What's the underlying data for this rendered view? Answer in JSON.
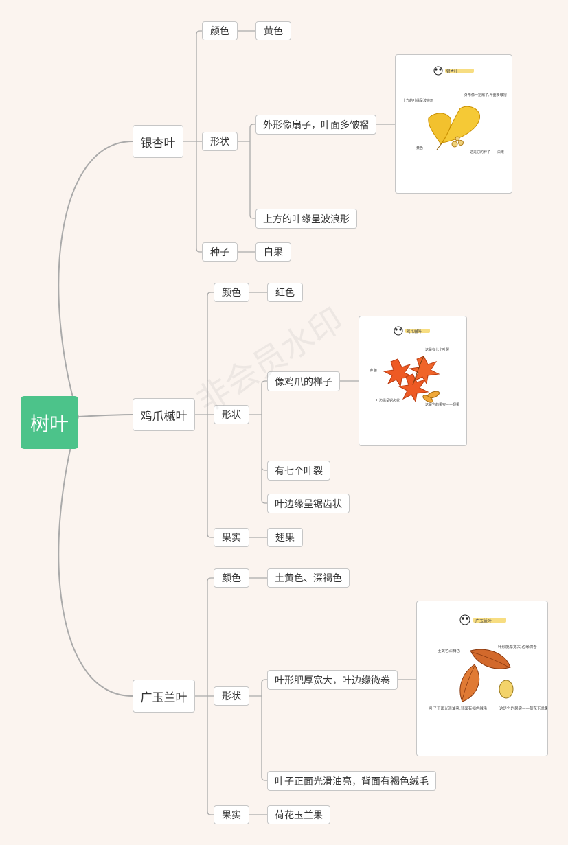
{
  "theme": {
    "root_color": "#4cc38a",
    "line_color": "#aaaaaa",
    "card_accent": "#f4cf4b"
  },
  "root": {
    "label": "树叶"
  },
  "watermark": "非会员水印",
  "branches": [
    {
      "label": "银杏叶",
      "color": "yellow",
      "attributes": [
        {
          "label": "颜色",
          "values": [
            "黄色"
          ]
        },
        {
          "label": "形状",
          "values": [
            "外形像扇子，叶面多皱褶",
            "上方的叶缘呈波浪形"
          ]
        },
        {
          "label": "种子",
          "values": [
            "白果"
          ]
        }
      ],
      "illustration": {
        "title": "银杏叶",
        "notes": [
          "上方的叶缘呈波浪形",
          "外形像一把扇子,叶面多皱褶",
          "黄色",
          "这是它的种子——白果"
        ]
      }
    },
    {
      "label": "鸡爪槭叶",
      "color": "red",
      "attributes": [
        {
          "label": "颜色",
          "values": [
            "红色"
          ]
        },
        {
          "label": "形状",
          "values": [
            "像鸡爪的样子",
            "有七个叶裂",
            "叶边缘呈锯齿状"
          ]
        },
        {
          "label": "果实",
          "values": [
            "翅果"
          ]
        }
      ],
      "illustration": {
        "title": "鸡爪槭叶",
        "notes": [
          "这是有七个叶裂",
          "红色",
          "叶边缘呈锯齿状",
          "这是它的果实——翅果"
        ]
      }
    },
    {
      "label": "广玉兰叶",
      "color": "brown",
      "attributes": [
        {
          "label": "颜色",
          "values": [
            "土黄色、深褐色"
          ]
        },
        {
          "label": "形状",
          "values": [
            "叶形肥厚宽大，叶边缘微卷",
            "叶子正面光滑油亮，背面有褐色绒毛"
          ]
        },
        {
          "label": "果实",
          "values": [
            "荷花玉兰果"
          ]
        }
      ],
      "illustration": {
        "title": "广玉兰叶",
        "notes": [
          "土黄色深褐色",
          "叶形肥厚宽大,边缘微卷",
          "叶子正面光滑油亮,背面有褐色绒毛",
          "这是它的果实——荷花玉兰果"
        ]
      }
    }
  ]
}
